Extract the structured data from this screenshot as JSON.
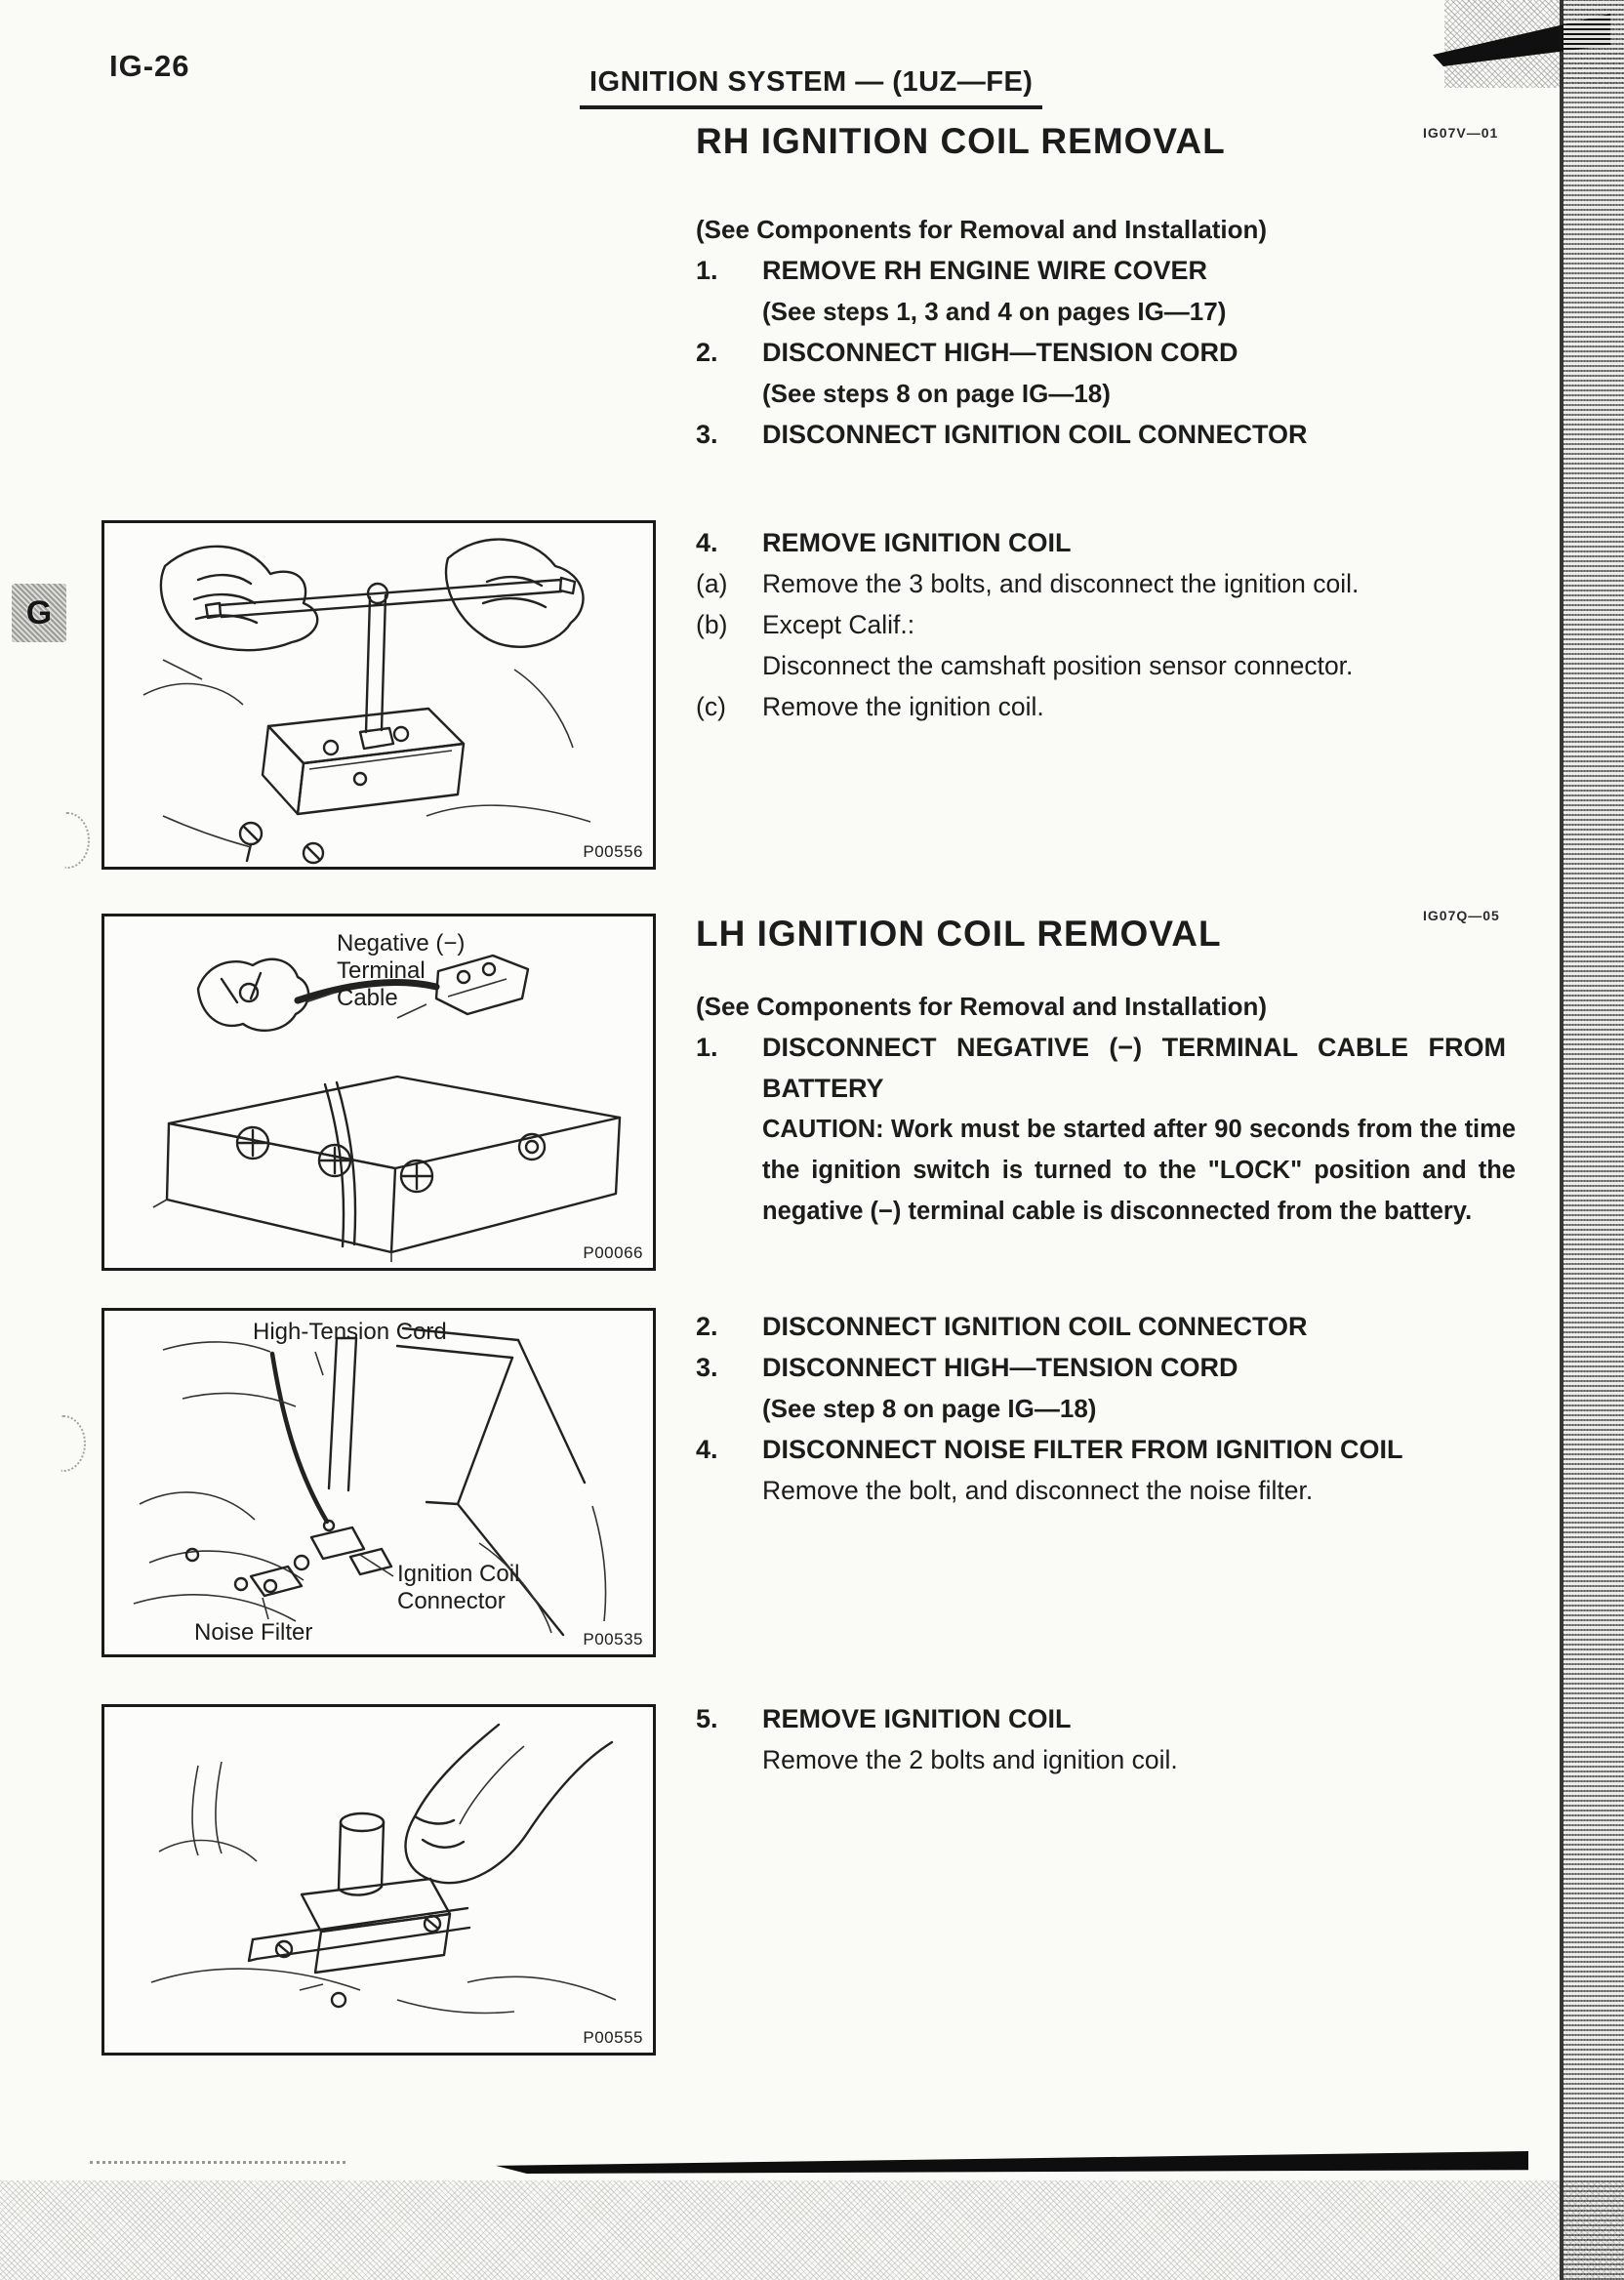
{
  "page": {
    "page_id": "IG-26",
    "header_title": "IGNITION SYSTEM — (1UZ—FE)",
    "side_tab": "G"
  },
  "sections": [
    {
      "code": "IG07V—01",
      "title": "RH IGNITION COIL REMOVAL",
      "intro": "(See Components for Removal and Installation)",
      "steps": [
        {
          "num": "1.",
          "title": "REMOVE RH ENGINE WIRE COVER",
          "ref": "(See steps 1, 3 and 4 on pages IG—17)"
        },
        {
          "num": "2.",
          "title": "DISCONNECT HIGH—TENSION CORD",
          "ref": "(See steps 8 on page IG—18)"
        },
        {
          "num": "3.",
          "title": "DISCONNECT IGNITION COIL CONNECTOR"
        },
        {
          "num": "4.",
          "title": "REMOVE IGNITION COIL",
          "items": [
            {
              "label": "(a)",
              "text": "Remove the 3 bolts, and disconnect the ignition coil."
            },
            {
              "label": "(b)",
              "text": "Except Calif.:",
              "text2": "Disconnect the camshaft position sensor connector."
            },
            {
              "label": "(c)",
              "text": "Remove the ignition coil."
            }
          ]
        }
      ]
    },
    {
      "code": "IG07Q—05",
      "title": "LH IGNITION COIL REMOVAL",
      "intro": "(See Components for Removal and Installation)",
      "steps": [
        {
          "num": "1.",
          "title": "DISCONNECT NEGATIVE (−) TERMINAL CABLE FROM BATTERY",
          "caution": "CAUTION: Work must be started after 90 seconds from the time the ignition switch is turned to the \"LOCK\" position and the negative (−) terminal cable is disconnected from the battery."
        },
        {
          "num": "2.",
          "title": "DISCONNECT IGNITION COIL CONNECTOR"
        },
        {
          "num": "3.",
          "title": "DISCONNECT HIGH—TENSION CORD",
          "ref": "(See step 8 on page IG—18)"
        },
        {
          "num": "4.",
          "title": "DISCONNECT NOISE FILTER FROM IGNITION COIL",
          "note": "Remove the bolt, and disconnect the noise filter."
        },
        {
          "num": "5.",
          "title": "REMOVE IGNITION COIL",
          "note": "Remove the 2 bolts and ignition coil."
        }
      ]
    }
  ],
  "figures": [
    {
      "code": "P00556"
    },
    {
      "code": "P00066",
      "labels": {
        "l1": "Negative (−)",
        "l2": "Terminal",
        "l3": "Cable"
      }
    },
    {
      "code": "P00535",
      "labels": {
        "l1": "High-Tension Cord",
        "l2": "Ignition Coil",
        "l3": "Connector",
        "l4": "Noise Filter"
      }
    },
    {
      "code": "P00555"
    }
  ]
}
